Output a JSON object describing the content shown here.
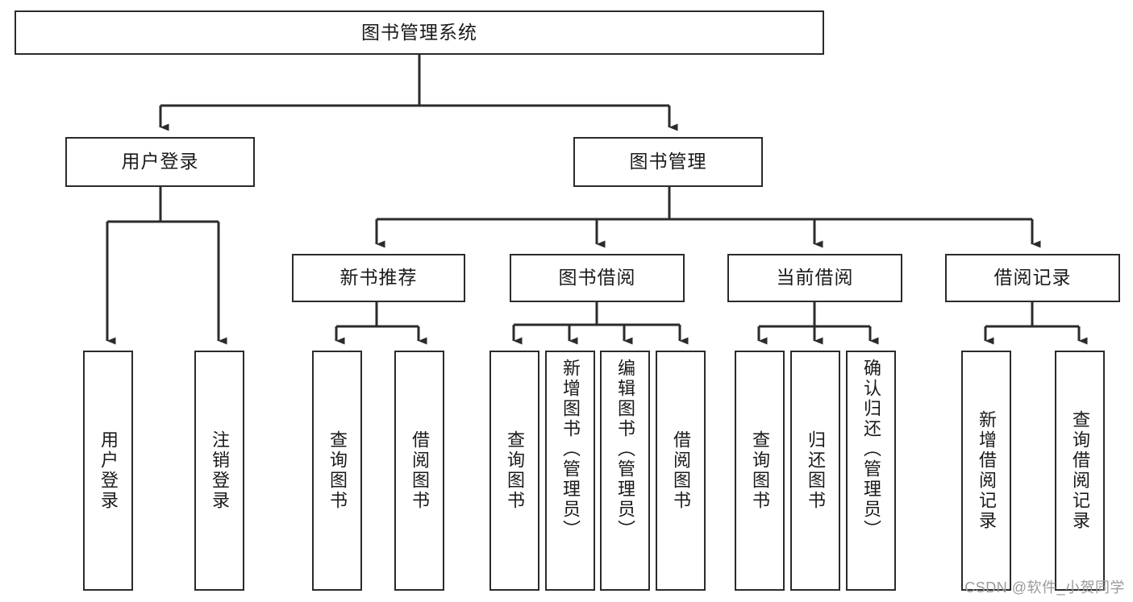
{
  "diagram": {
    "type": "tree-hierarchy-functional-decomposition",
    "title": "图书管理系统",
    "stroke_color": "#2b2b2b",
    "background_color": "#ffffff",
    "text_color": "#1a1a1a",
    "root": {
      "id": "root",
      "label": "图书管理系统",
      "orientation": "horizontal"
    },
    "level2": [
      {
        "id": "user-login",
        "label": "用户登录",
        "orientation": "horizontal"
      },
      {
        "id": "book-management",
        "label": "图书管理",
        "orientation": "horizontal"
      }
    ],
    "level3": [
      {
        "id": "new-book-recommend",
        "label": "新书推荐",
        "orientation": "horizontal",
        "parent": "book-management"
      },
      {
        "id": "book-borrow",
        "label": "图书借阅",
        "orientation": "horizontal",
        "parent": "book-management"
      },
      {
        "id": "current-borrow",
        "label": "当前借阅",
        "orientation": "horizontal",
        "parent": "book-management"
      },
      {
        "id": "borrow-record",
        "label": "借阅记录",
        "orientation": "horizontal",
        "parent": "book-management"
      }
    ],
    "leaves": [
      {
        "id": "leaf-user-login",
        "label": "用户登录",
        "parent": "user-login",
        "orientation": "vertical"
      },
      {
        "id": "leaf-user-logout",
        "label": "注销登录",
        "parent": "user-login",
        "orientation": "vertical"
      },
      {
        "id": "leaf-query-book-1",
        "label": "查询图书",
        "parent": "new-book-recommend",
        "orientation": "vertical"
      },
      {
        "id": "leaf-borrow-book-1",
        "label": "借阅图书",
        "parent": "new-book-recommend",
        "orientation": "vertical"
      },
      {
        "id": "leaf-query-book-2",
        "label": "查询图书",
        "parent": "book-borrow",
        "orientation": "vertical"
      },
      {
        "id": "leaf-add-book",
        "label": "新增图书（管理员）",
        "parent": "book-borrow",
        "orientation": "vertical"
      },
      {
        "id": "leaf-edit-book",
        "label": "编辑图书（管理员）",
        "parent": "book-borrow",
        "orientation": "vertical"
      },
      {
        "id": "leaf-borrow-book-2",
        "label": "借阅图书",
        "parent": "book-borrow",
        "orientation": "vertical"
      },
      {
        "id": "leaf-query-book-3",
        "label": "查询图书",
        "parent": "current-borrow",
        "orientation": "vertical"
      },
      {
        "id": "leaf-return-book",
        "label": "归还图书",
        "parent": "current-borrow",
        "orientation": "vertical"
      },
      {
        "id": "leaf-confirm-return",
        "label": "确认归还（管理员）",
        "parent": "current-borrow",
        "orientation": "vertical"
      },
      {
        "id": "leaf-add-record",
        "label": "新增借阅记录",
        "parent": "borrow-record",
        "orientation": "vertical"
      },
      {
        "id": "leaf-query-record",
        "label": "查询借阅记录",
        "parent": "borrow-record",
        "orientation": "vertical"
      }
    ],
    "watermark": "CSDN @软件_小贺同学"
  }
}
